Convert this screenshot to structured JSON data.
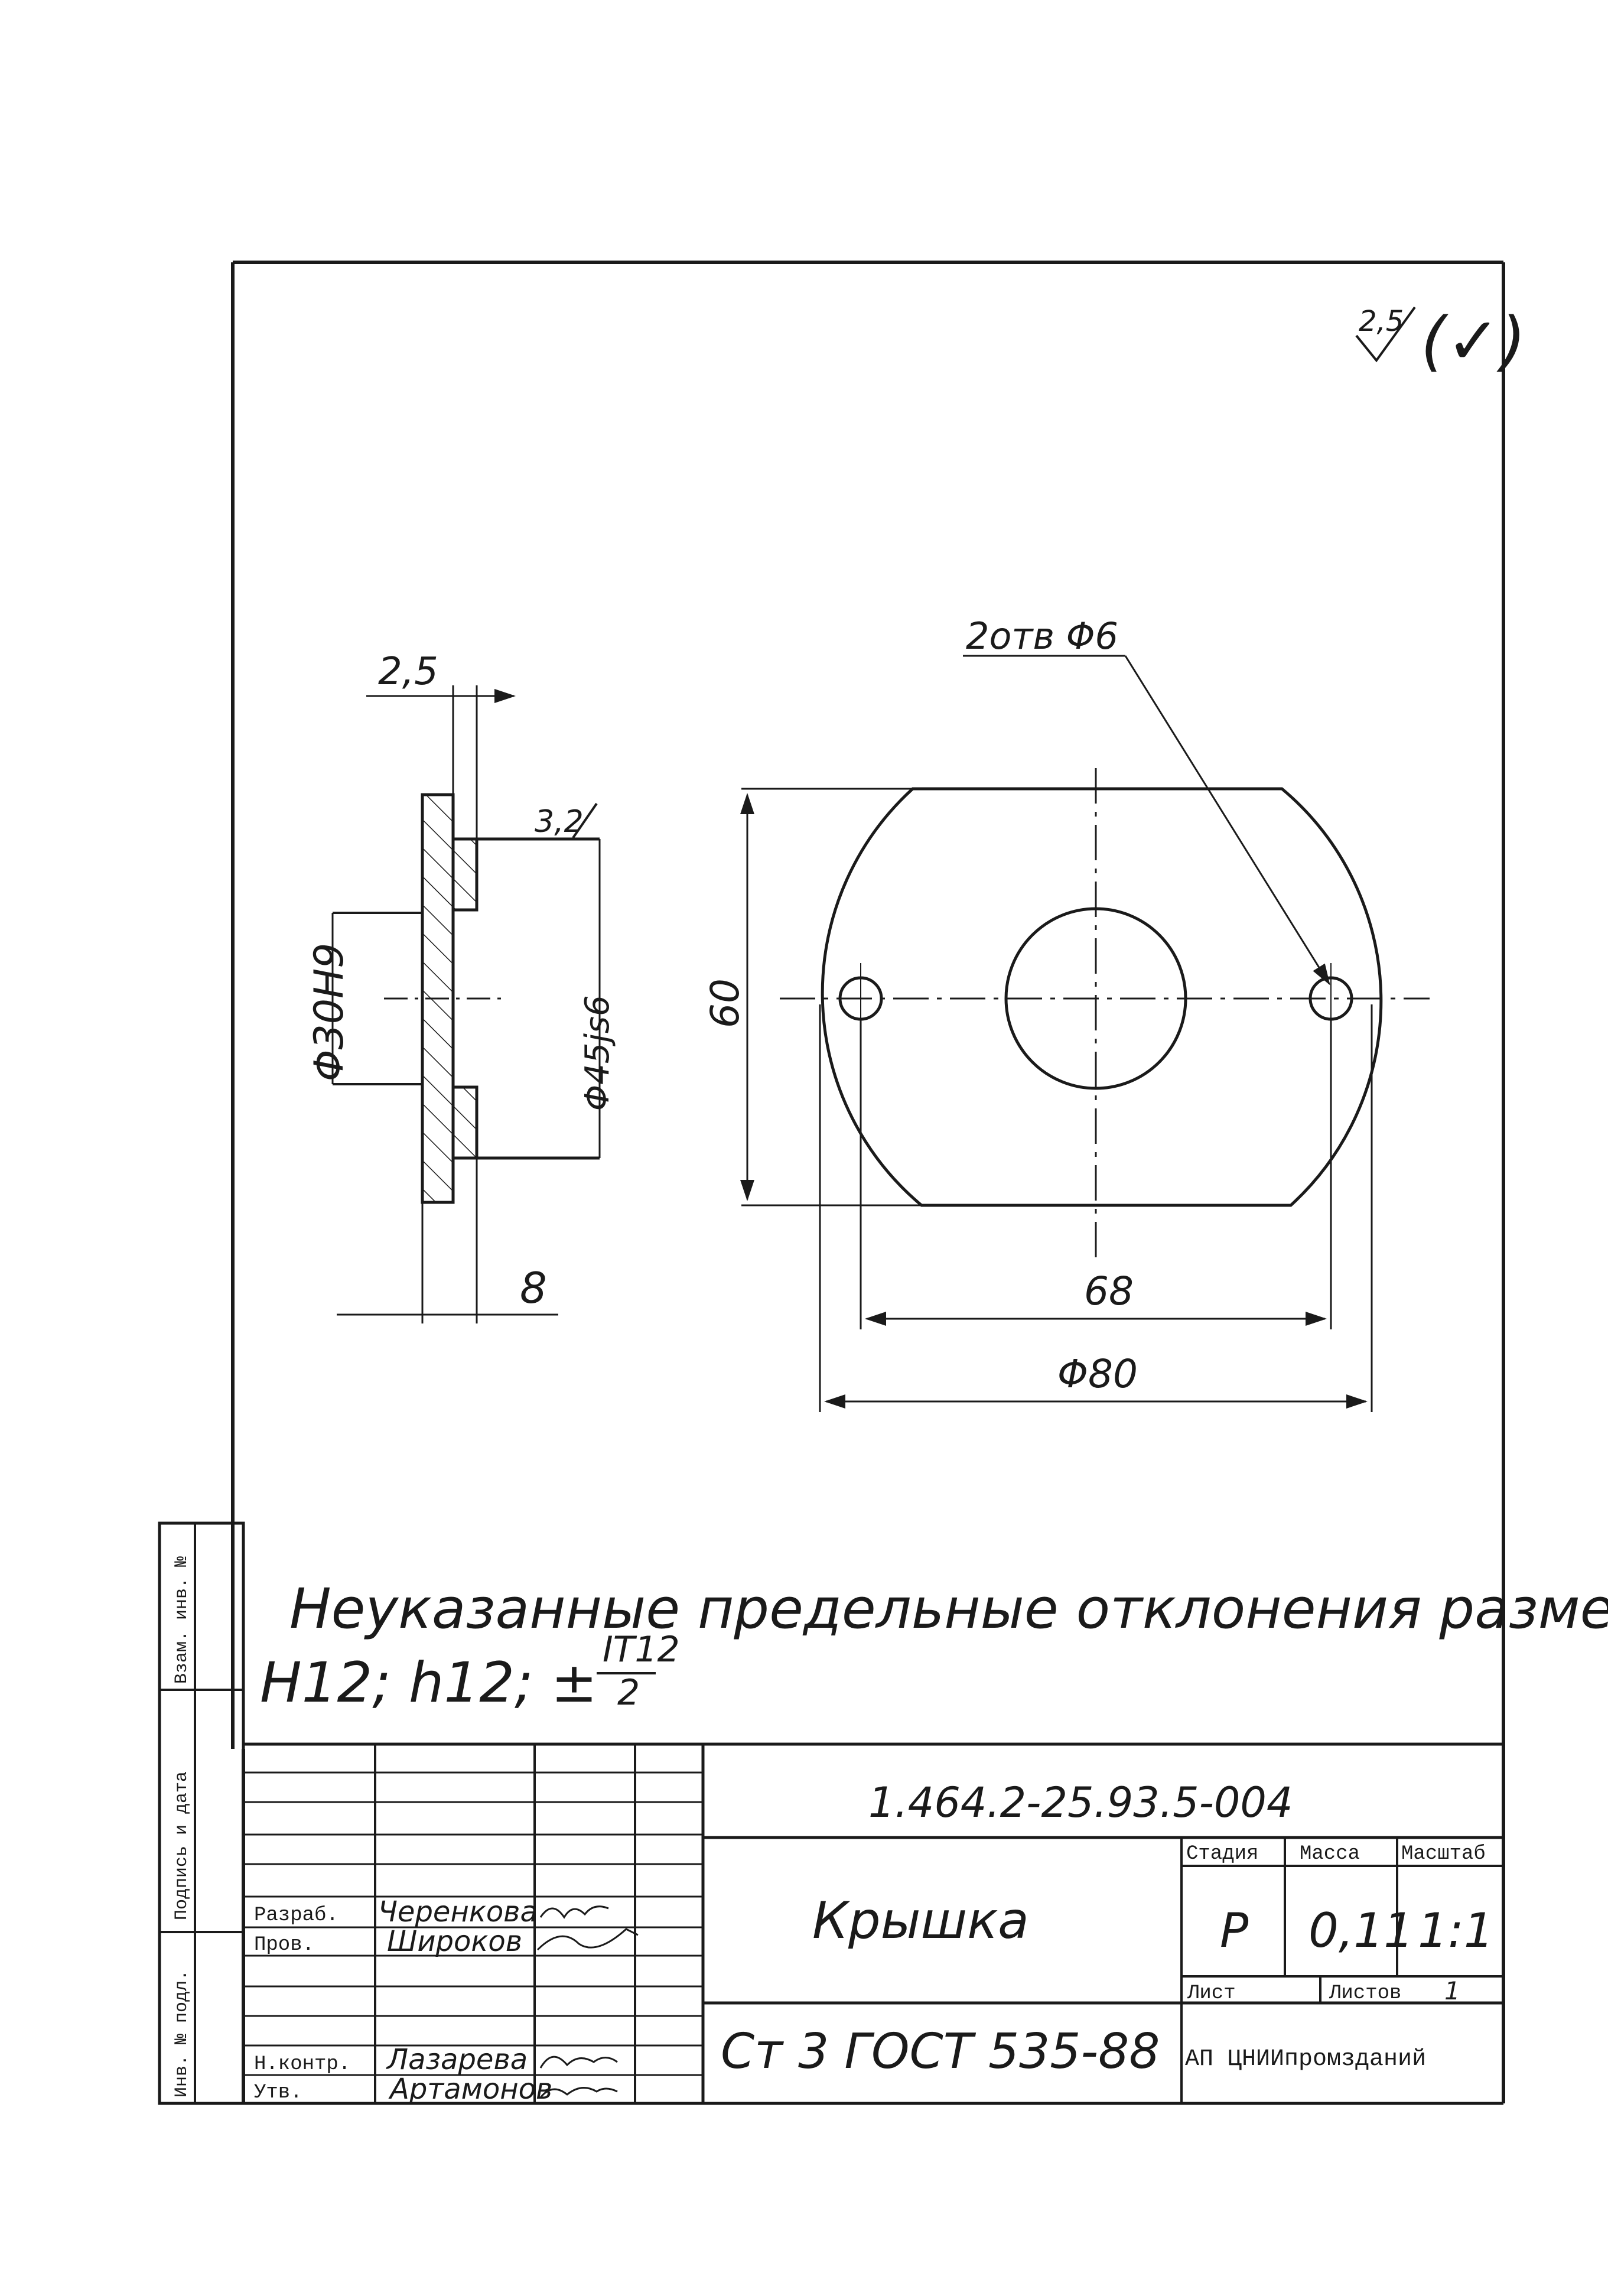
{
  "roughness_mark": "2,5",
  "roughness_mark_paren": "(✓)",
  "section_view": {
    "dim_flange_thickness": "2,5",
    "dim_surface_roughness": "3,2",
    "dim_bore": "Φ30H9",
    "dim_spigot": "Φ45js6",
    "dim_total_length": "8"
  },
  "front_view": {
    "holes_callout": "2отв Φ6",
    "dim_height": "60",
    "dim_hole_spacing": "68",
    "dim_outer_diameter": "Φ80"
  },
  "notes": {
    "line1": "Неуказанные предельные отклонения размеров:",
    "line2_prefix": "H12; h12; ±",
    "fraction_num": "IT12",
    "fraction_den": "2"
  },
  "side_stamp": {
    "col1_top": "Взам. инв. №",
    "col1_mid": "Подпись и дата",
    "col1_bot": "Инв. № подл."
  },
  "title_block": {
    "document_code": "1.464.2-25.93.5-004",
    "part_name": "Крышка",
    "material": "Ст 3 ГОСТ 535-88",
    "organization": "АП ЦНИИпромзданий",
    "stage_label": "Стадия",
    "mass_label": "Масса",
    "scale_label": "Масштаб",
    "stage_value": "Р",
    "mass_value": "0,11",
    "scale_value": "1:1",
    "sheet_label": "Лист",
    "sheets_label": "Листов",
    "sheets_value": "1",
    "roles": [
      {
        "role": "Разраб.",
        "name": "Черенкова"
      },
      {
        "role": "Пров.",
        "name": "Широков"
      },
      {
        "role": "Н.контр.",
        "name": "Лазарева"
      },
      {
        "role": "Утв.",
        "name": "Артамонов"
      }
    ]
  }
}
